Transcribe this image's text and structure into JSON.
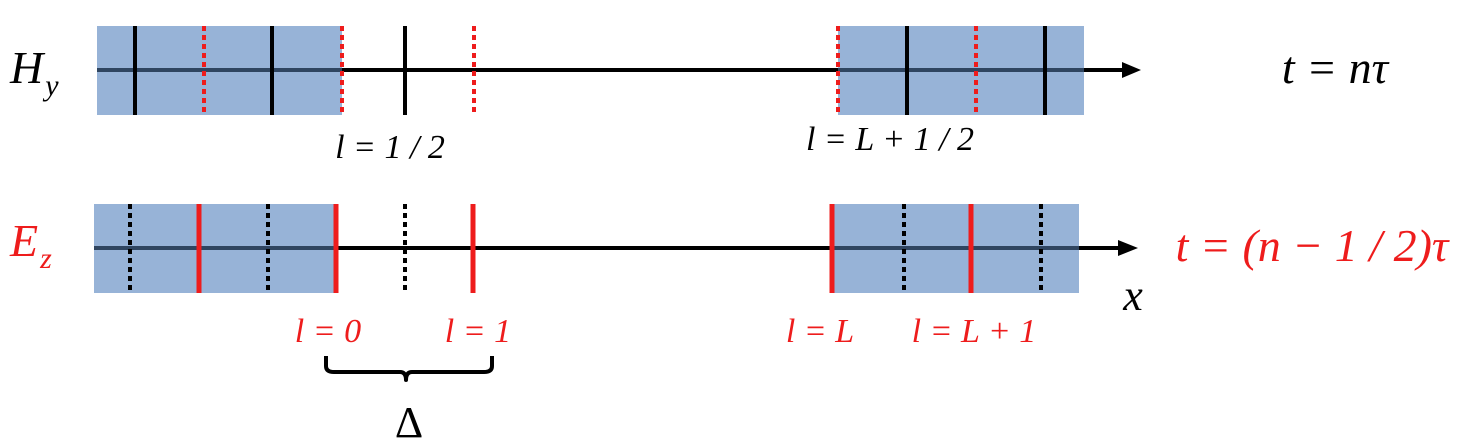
{
  "colors": {
    "shade": "#97b3d7",
    "axis": "#000000",
    "axis_on_shade": "#2f4560",
    "black": "#000000",
    "red": "#ee1c1c"
  },
  "top_row": {
    "field_symbol": "H",
    "field_subscript": "y",
    "time_label": "t = nτ",
    "labels": [
      "l = 1 / 2",
      "l = L + 1 / 2"
    ]
  },
  "bottom_row": {
    "field_symbol": "E",
    "field_subscript": "z",
    "time_label": "t = (n − 1 / 2)τ",
    "labels": [
      "l = 0",
      "l = 1",
      "l = L",
      "l = L + 1"
    ]
  },
  "axis_label": "x",
  "spacing_label": "Δ"
}
